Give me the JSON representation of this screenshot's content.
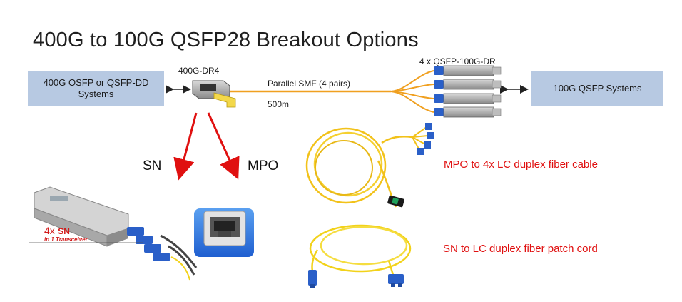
{
  "title": "400G to 100G QSFP28 Breakout Options",
  "left_box": {
    "line1": "400G OSFP or QSFP-DD",
    "line2": "Systems"
  },
  "right_box": {
    "label": "100G QSFP Systems"
  },
  "dr4_label": "400G-DR4",
  "qsfp_dr_label": "4 x QSFP-100G-DR",
  "smf_label": "Parallel SMF (4 pairs)",
  "distance_label": "500m",
  "arrow_labels": {
    "sn": "SN",
    "mpo": "MPO"
  },
  "sn_transceiver": {
    "count": "4x",
    "sn": "SN",
    "sub": "in 1 Transceiver"
  },
  "captions": {
    "mpo_cable": "MPO to 4x LC duplex fiber cable",
    "sn_cord": "SN to LC duplex fiber patch cord"
  },
  "colors": {
    "box": "#b7c9e2",
    "fiber": "#f0a020",
    "arrow": "#e01010",
    "caption": "#e01010",
    "cable_yellow": "#f2d21a",
    "connector_blue": "#2a5fc8"
  }
}
